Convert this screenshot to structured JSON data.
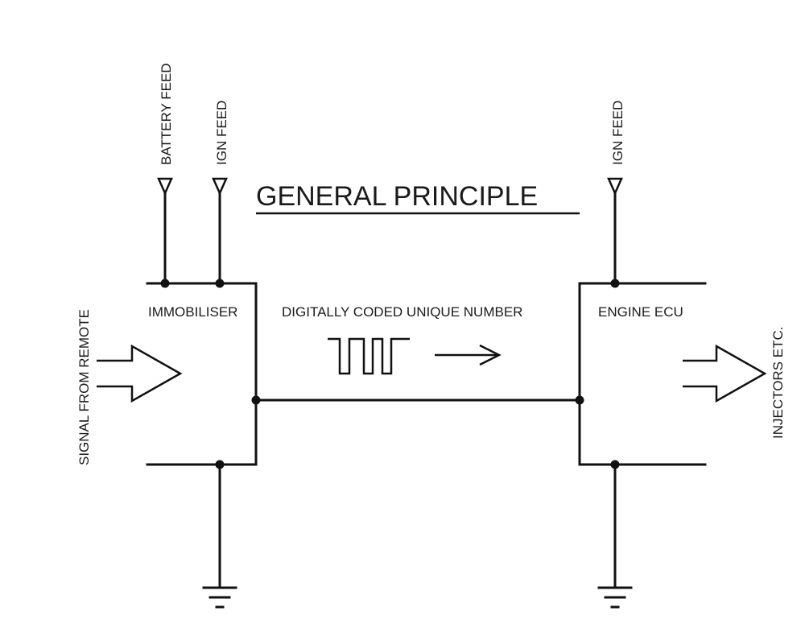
{
  "diagram": {
    "title": "GENERAL PRINCIPLE",
    "feeds": {
      "battery": "BATTERY FEED",
      "ign_immobiliser": "IGN FEED",
      "ign_ecu": "IGN FEED"
    },
    "blocks": {
      "immobiliser": "IMMOBILISER",
      "signal_label": "DIGITALLY CODED UNIQUE NUMBER",
      "ecu": "ENGINE ECU"
    },
    "input_label": "SIGNAL FROM REMOTE",
    "output_label": "INJECTORS ETC."
  }
}
